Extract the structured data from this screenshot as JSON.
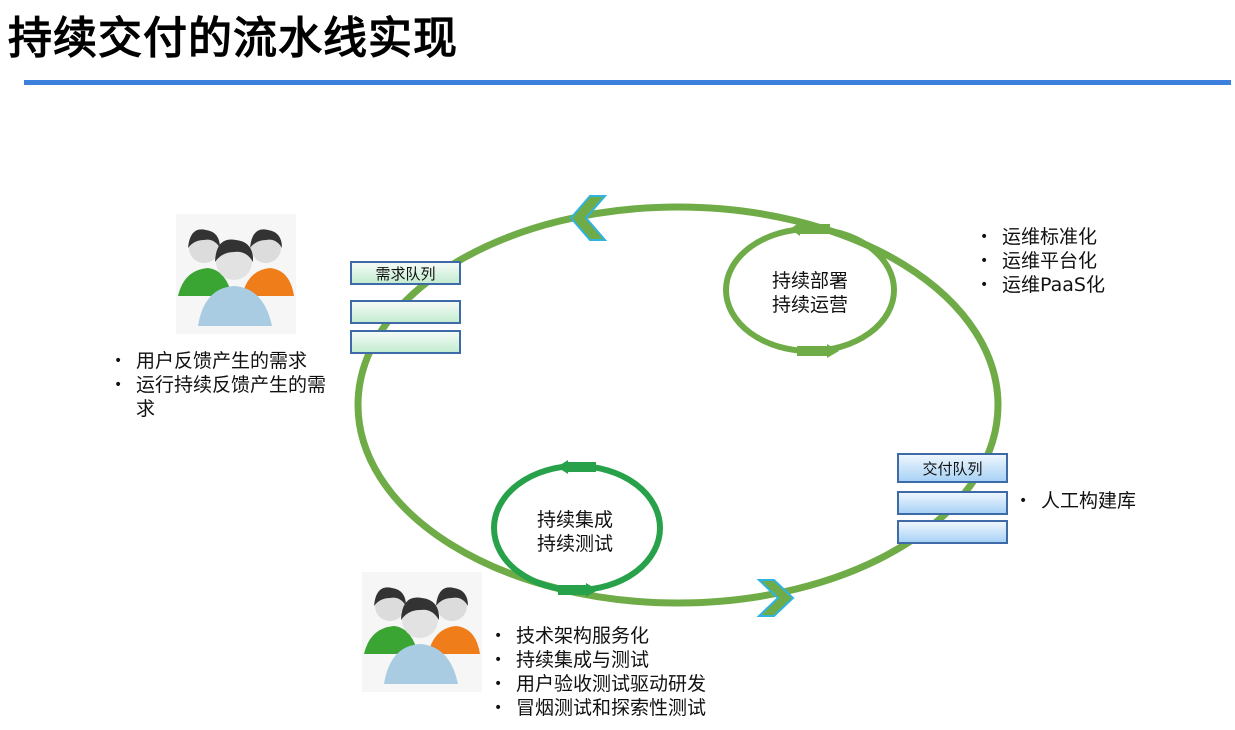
{
  "title": "持续交付的流水线实现",
  "colors": {
    "rule": "#3c7fdc",
    "cycle_green": "#6fac47",
    "ci_green": "#27a24a",
    "arrow_blue": "#2fb3e0"
  },
  "demand_queue": {
    "label": "需求队列"
  },
  "delivery_queue": {
    "label": "交付队列"
  },
  "deploy_loop": {
    "line1": "持续部署",
    "line2": "持续运营"
  },
  "ci_loop": {
    "line1": "持续集成",
    "line2": "持续测试"
  },
  "ops_bullets": [
    "运维标准化",
    "运维平台化",
    "运维PaaS化"
  ],
  "demand_bullets": [
    "用户反馈产生的需求",
    "运行持续反馈产生的需求"
  ],
  "delivery_bullets": [
    "人工构建库"
  ],
  "dev_bullets": [
    "技术架构服务化",
    "持续集成与测试",
    "用户验收测试驱动研发",
    "冒烟测试和探索性测试"
  ],
  "icons": [
    "users-group-icon",
    "users-group-icon"
  ]
}
